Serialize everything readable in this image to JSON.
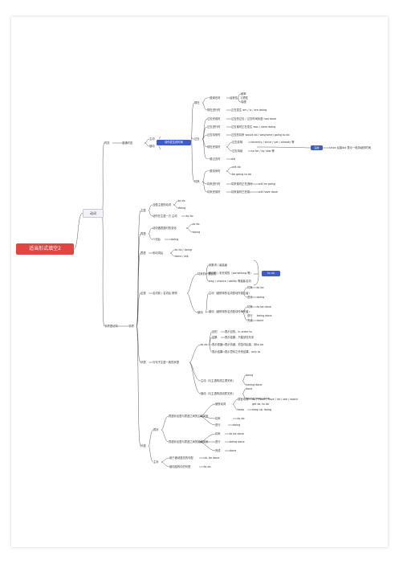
{
  "root": "适当形式填空2",
  "level1": "动词",
  "tense": {
    "label": "时态",
    "ordinary": "普通时态",
    "active": "主动",
    "passive": "被动",
    "time_chip": "动作发生的时间"
  },
  "present": {
    "label": "现在",
    "simple": "一般现在时",
    "simple_desc": "经常性、习惯性",
    "habit": "频率",
    "truth": "真理",
    "continuous": "现在进行时",
    "continuous_example": "正在发生  am / is / are doing"
  },
  "past": {
    "label": "过去",
    "r1": {
      "label": "过去完成时",
      "desc": "过去的过去 / 过去时间状语  had done"
    },
    "r2": {
      "label": "过去进行时",
      "desc": "过去某时正在发生  was / were doing"
    },
    "r3": {
      "label": "过去将来时",
      "desc": "过去的将来  would do / was(were) going to do"
    },
    "r4": {
      "label": "现在完成时",
      "a": "过去影响",
      "a_desc": "recently / since / yet / already 等",
      "b": "过去持续",
      "b_desc": "so far / by now 等"
    },
    "r5": {
      "label": "一般过去时",
      "desc": "did"
    },
    "chip": "完成",
    "chip_note": "since 后接did 表示一段持续的时间"
  },
  "future": {
    "label": "将来",
    "simple": "一般将来时",
    "will": "will do",
    "be_going": "be going to do",
    "continuous": "将来进行时",
    "continuous_desc": "将来某时正在进行",
    "continuous_form": "will be going",
    "perfect": "将来完成时",
    "perfect_desc": "将来某时已完成",
    "perfect_form": "will have done"
  },
  "nonfinite": {
    "label": "非谓语动词",
    "short": "非谓"
  },
  "subject": {
    "label": "主语",
    "a": "当做主语的动词",
    "a1": "to do",
    "a2": "doing",
    "b": "动作在主语一方  主动",
    "b1": "to do"
  },
  "object": {
    "label": "宾语",
    "a": "动词做宾语时的变化",
    "a1": "to do",
    "a2": "doing",
    "b": "介词后",
    "b1": "doing"
  },
  "predicative": {
    "label": "表语",
    "a": "系动词后",
    "a1": "to do / doing",
    "a2": "done / adj."
  },
  "attribute": {
    "label": "定语",
    "a": "名词前 / 名词后 修饰",
    "todo": "将来的 / 表目的",
    "todo1": "序数词 / 最高级",
    "todo2": "被动的 / 未完成的（something 等）",
    "todo3": "way / chance / ability 等抽象名词",
    "chip": "to do",
    "b": "被动",
    "active": "主动（被修饰的名词是动作发出者）",
    "active1": "将来",
    "active1_form": "to do",
    "active2": "进行",
    "active2_form": "doing",
    "passive": "被动（被修饰的名词是动作承受者）",
    "passive1": "将来",
    "passive1_form": "to be done",
    "passive2": "进行",
    "passive2_form": "being done",
    "passive3": "完成",
    "passive3_form": "done"
  },
  "adverbial": {
    "label": "状语",
    "a": "与句子主语一致的状语",
    "todo": "to do",
    "todo1": "目的",
    "todo1_desc": "表示目的，in order to",
    "todo2": "结果",
    "todo2_desc": "表示结果，只能放在句末",
    "todo3": "表示原因",
    "todo3_desc": "表示情绪，形容词后接，用to do",
    "todo4": "表示结果",
    "todo4_desc": "表示意料之外的结果，only to",
    "active": "主动（与主语构成主谓关系）",
    "active1": "doing",
    "active2": "having done",
    "passive": "被动（与主语构成动宾关系）",
    "passive1": "done",
    "passive2": "having been done"
  },
  "complement": {
    "label": "补语",
    "object": "宾补",
    "a": "宾语补足语与宾语之间的主动关系",
    "a1": "使役动词",
    "a1x": "感官动词",
    "a1x_form": "do / make / have / let / see / watch",
    "a1y": "keep",
    "a1y_form": "keep sb. doing",
    "a1z_form": "get sb. to do",
    "a2": "将来",
    "a2_form": "to do",
    "a3": "进行",
    "a3_form": "doing",
    "b": "宾语补足语与宾语之间的被动关系",
    "b1": "将来",
    "b1_form": "to be done",
    "b2": "进行",
    "b2_form": "being done",
    "b3": "完成",
    "b3_form": "done",
    "subject": "主补",
    "c": "用于被动语态的句型",
    "c_form": "sb. be done",
    "d": "被动结构中的句型",
    "d_form": "to do"
  }
}
